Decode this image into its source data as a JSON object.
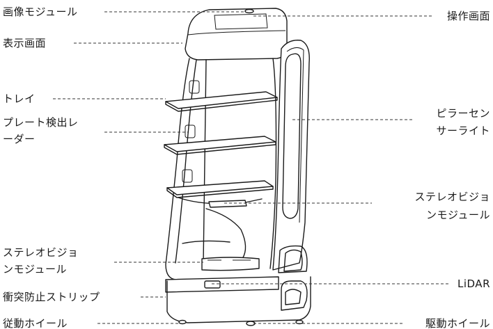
{
  "labels": {
    "camera_module_top": "画像モジュール",
    "display_screen": "表示画面",
    "tray": "トレイ",
    "plate_radar_line1": "プレート検出レ",
    "plate_radar_line2": "ーダー",
    "stereo_vision_left_line1": "ステレオビジョ",
    "stereo_vision_left_line2": "ンモジュール",
    "bumper_strip": "衝突防止ストリップ",
    "driven_wheel": "従動ホイール",
    "operation_screen": "操作画面",
    "pillar_light_line1": "ピラーセン",
    "pillar_light_line2": "サーライト",
    "stereo_vision_right_line1": "ステレオビジョ",
    "stereo_vision_right_line2": "ンモジュール",
    "lidar": "LiDAR",
    "drive_wheel": "駆動ホイール"
  }
}
